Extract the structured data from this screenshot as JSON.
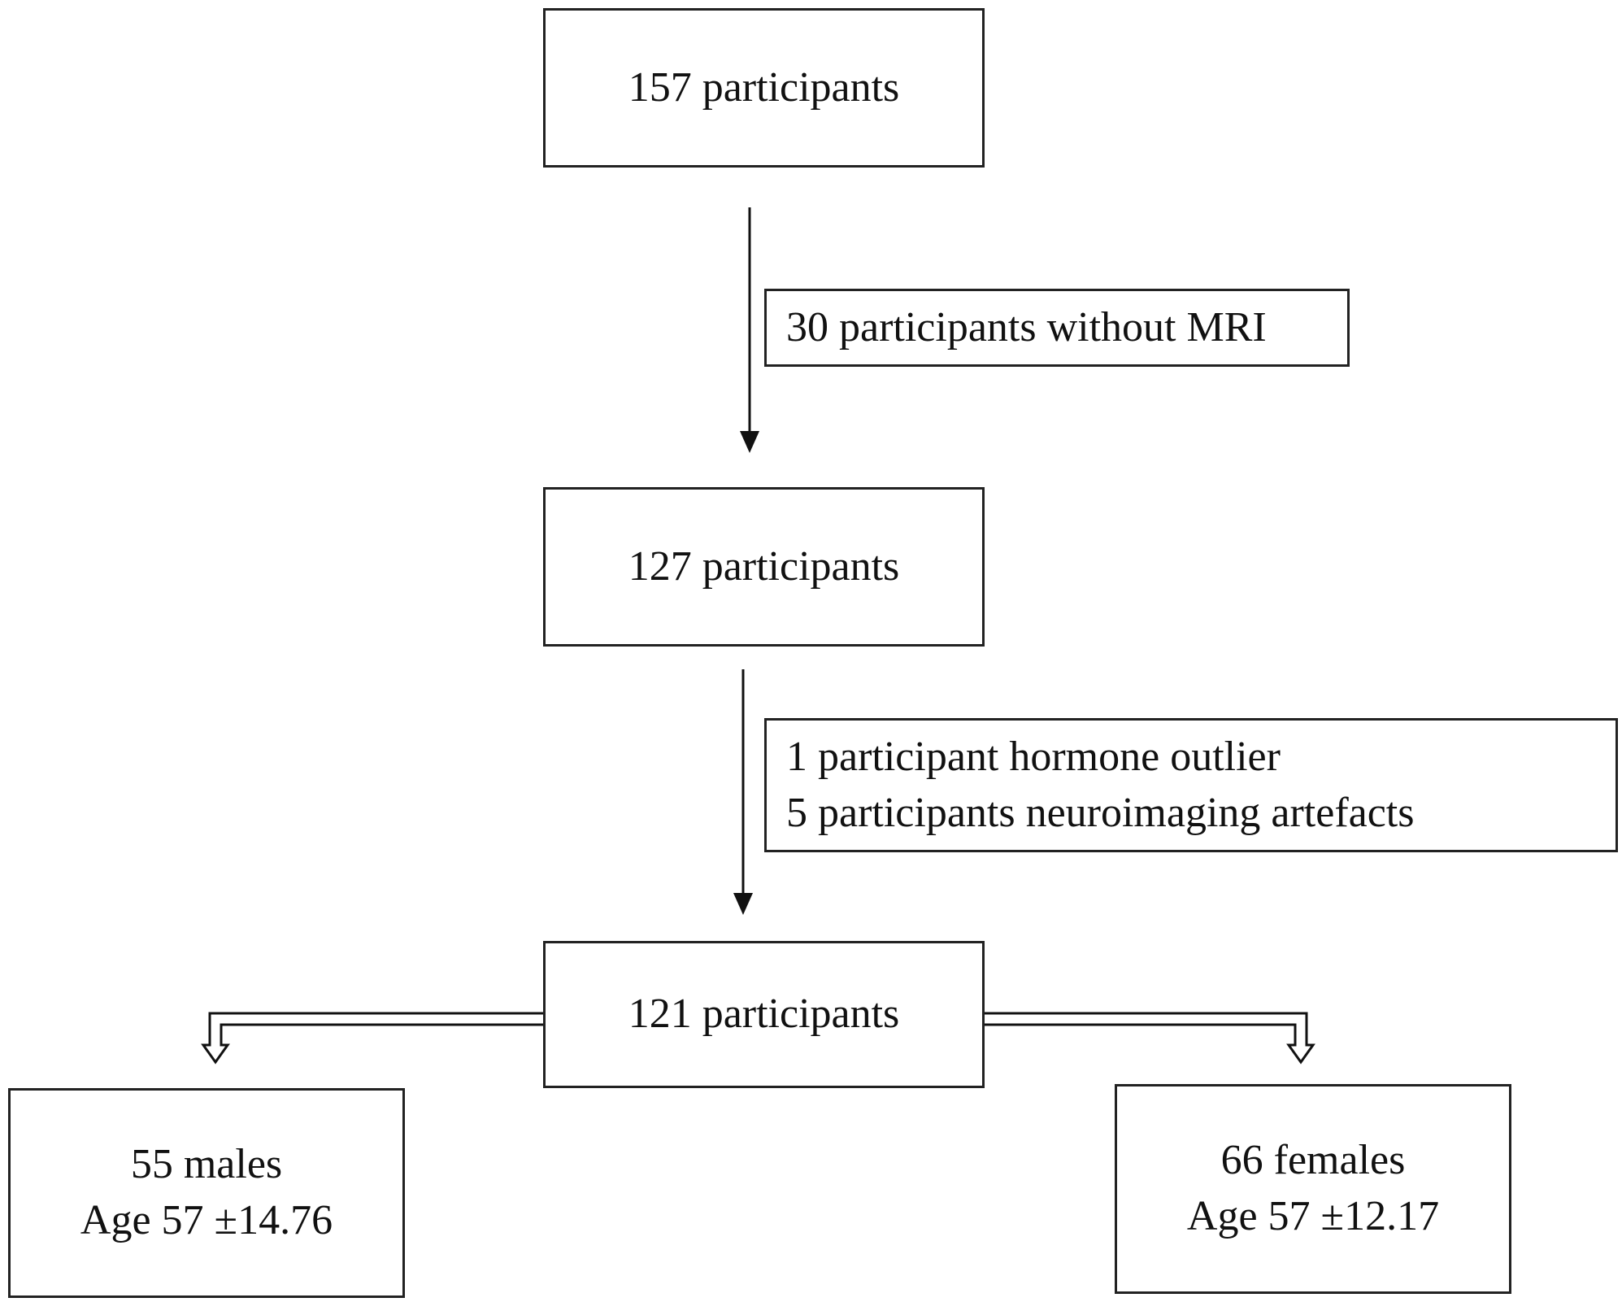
{
  "flowchart": {
    "nodes": {
      "start": {
        "text": "157 participants"
      },
      "mri": {
        "text": "127 participants"
      },
      "final": {
        "text": "121 participants"
      },
      "males": {
        "line1": "55 males",
        "line2": "Age 57 ±14.76"
      },
      "females": {
        "line1": "66 females",
        "line2": "Age 57 ±12.17"
      }
    },
    "exclusions": {
      "step1": {
        "text": "30 participants without MRI"
      },
      "step2": {
        "line1": "1 participant hormone outlier",
        "line2": "5 participants neuroimaging artefacts"
      }
    }
  }
}
